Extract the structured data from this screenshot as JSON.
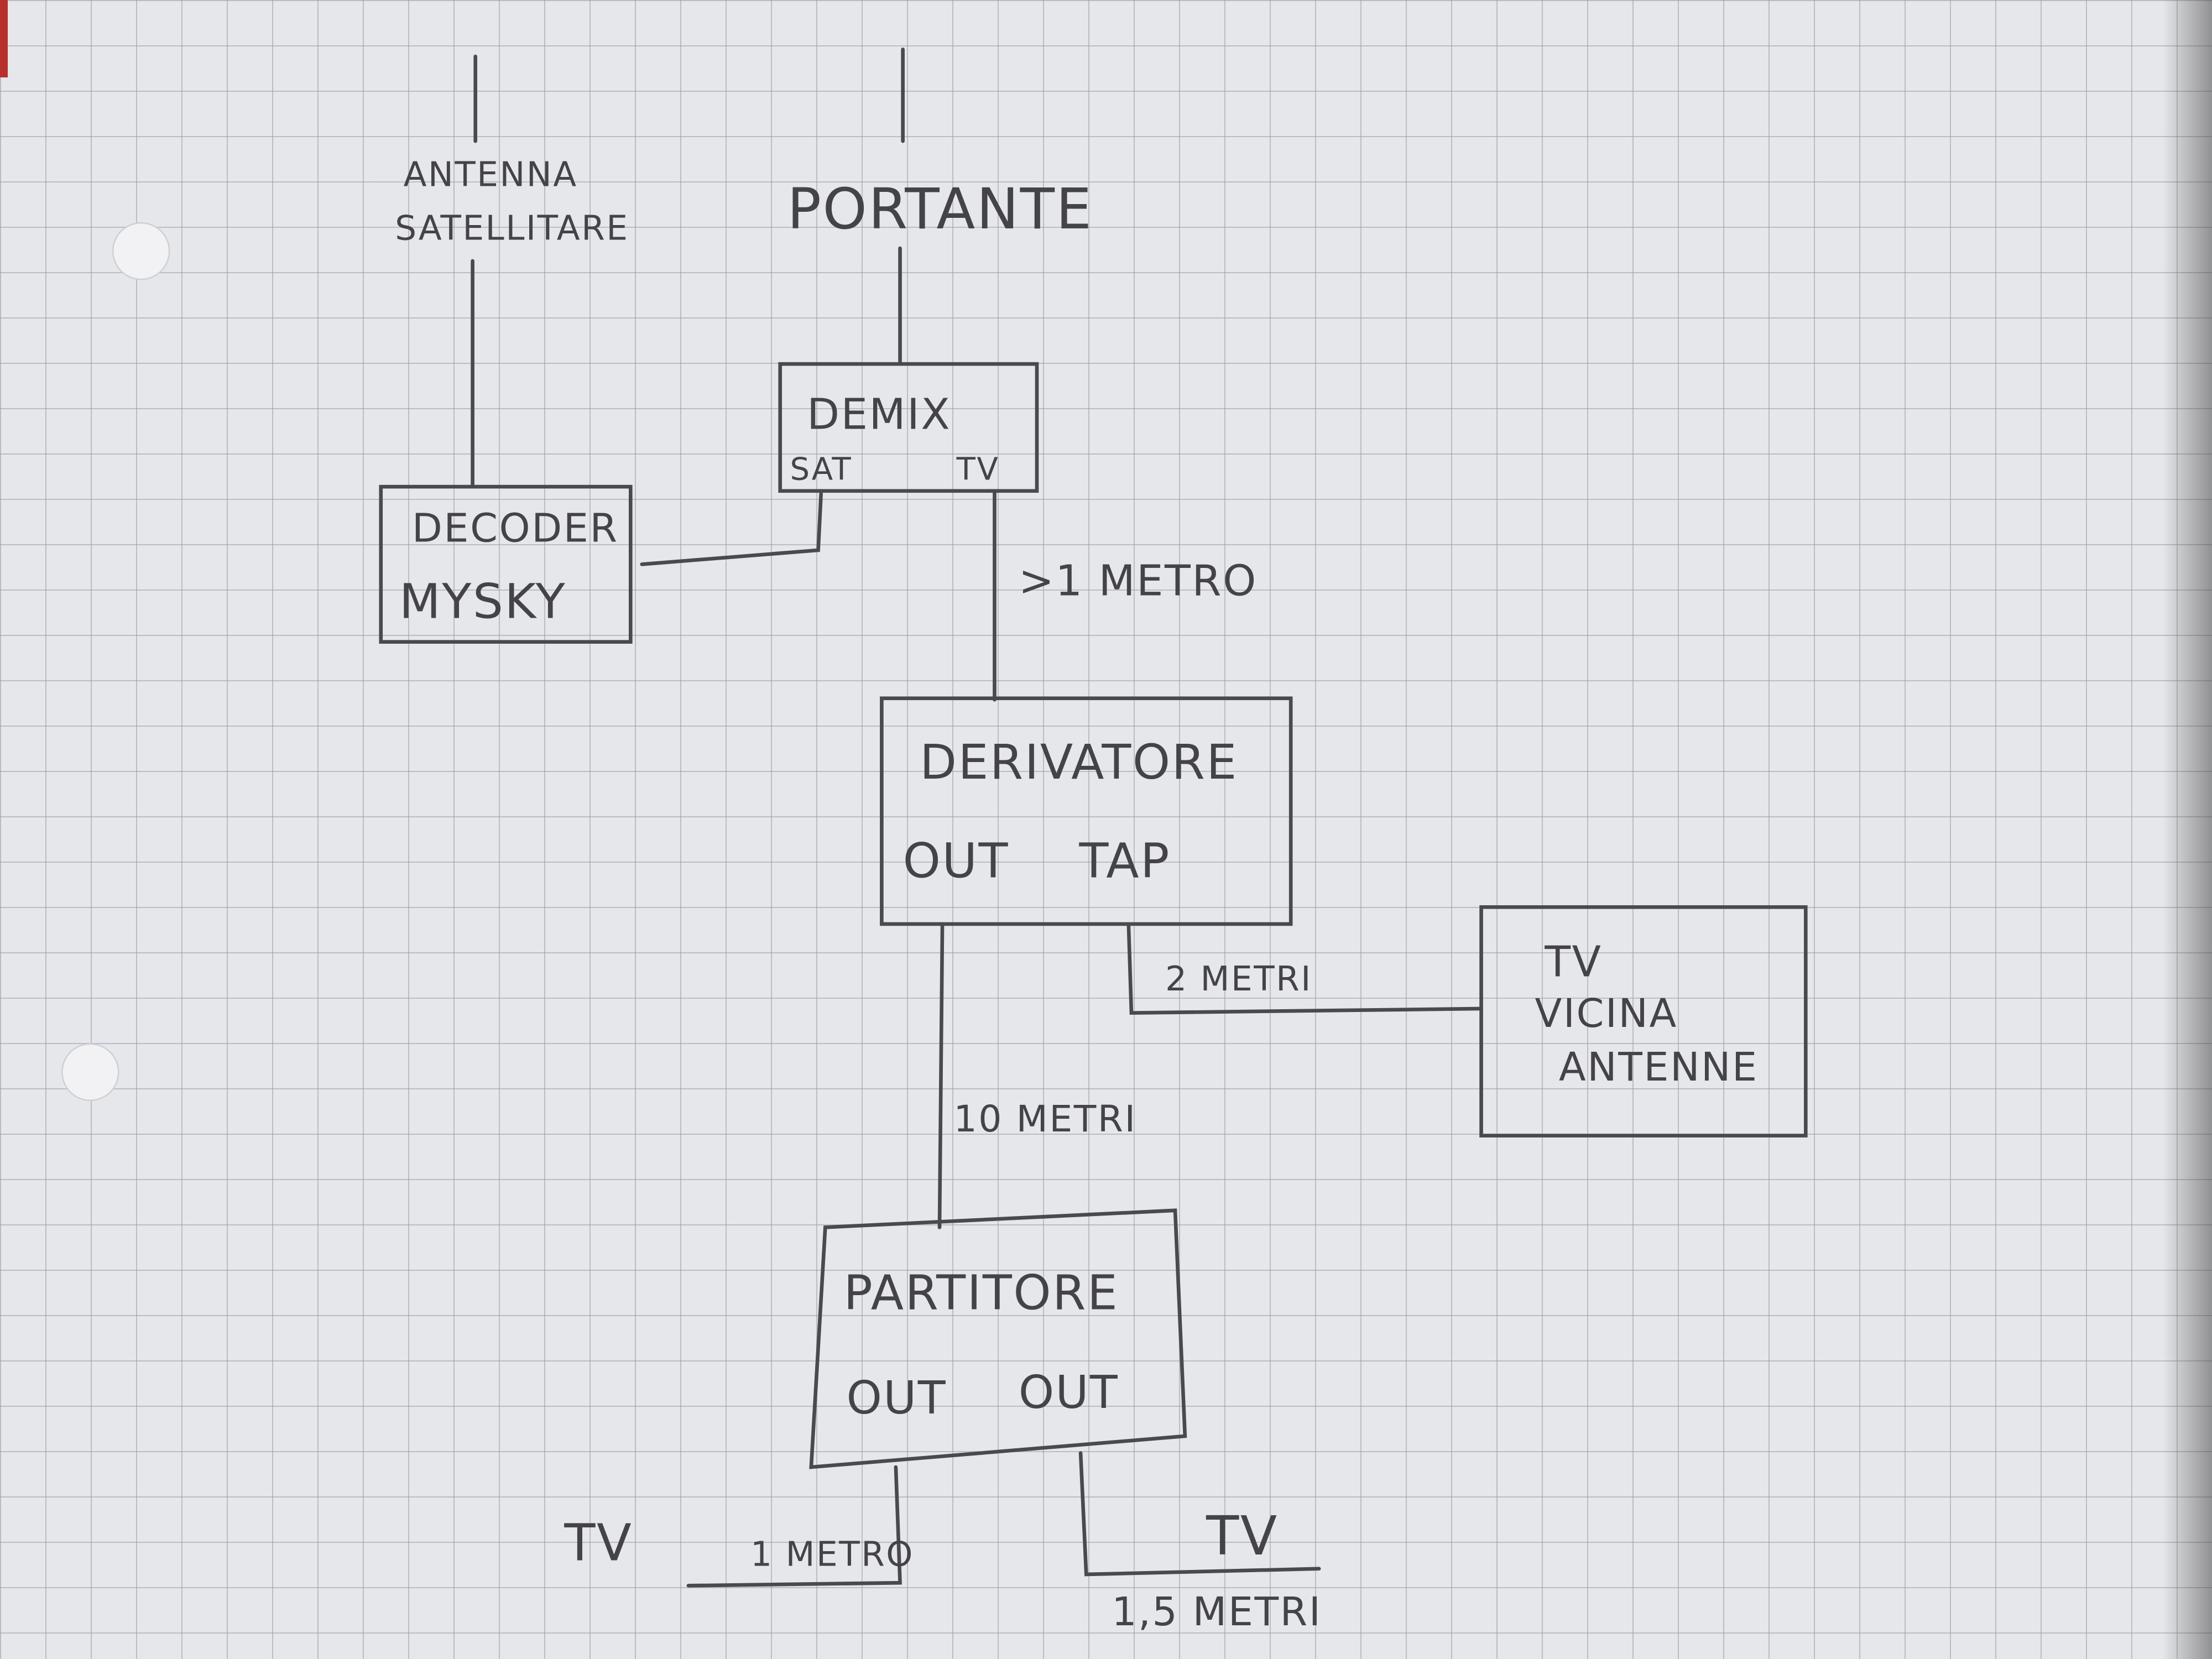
{
  "diagram": {
    "satellite_antenna": {
      "line1": "ANTENNA",
      "line2": "SATELLITARE"
    },
    "carrier": {
      "label": "PORTANTE"
    },
    "demix": {
      "title": "DEMIX",
      "port_sat": "SAT",
      "port_tv": "TV"
    },
    "decoder": {
      "line1": "DECODER",
      "line2": "MYSKY"
    },
    "demix_to_tap_length": ">1 METRO",
    "derivatore": {
      "title": "DERIVATORE",
      "port_out": "OUT",
      "port_tap": "TAP"
    },
    "tap_to_tv_length": "2 METRI",
    "tv_near": {
      "line1": "TV",
      "line2": "VICINA",
      "line3": "ANTENNE"
    },
    "out_to_splitter_length": "10 METRI",
    "partitore": {
      "title": "PARTITORE",
      "port_out1": "OUT",
      "port_out2": "OUT"
    },
    "tv_left": {
      "label": "TV",
      "length": "1 METRO"
    },
    "tv_right": {
      "label": "TV",
      "length": "1,5 METRI"
    }
  }
}
